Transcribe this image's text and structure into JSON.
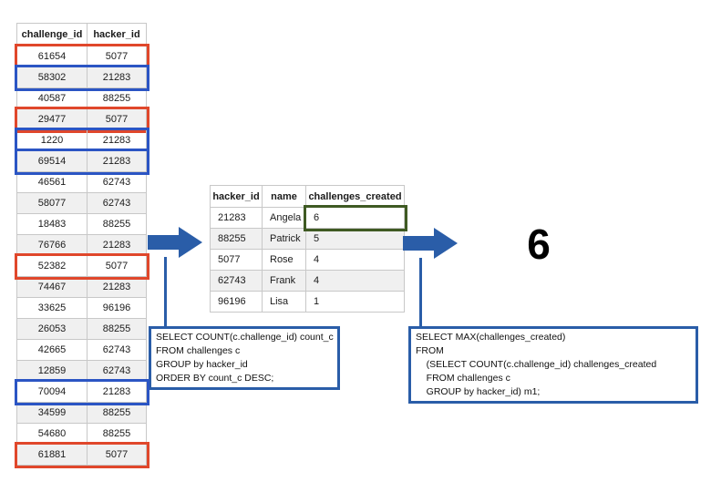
{
  "colors": {
    "red": "#e0472b",
    "row_blue": "#2b55c4",
    "flow_blue": "#2a5da8",
    "green": "#3f5a23",
    "grid": "#c8c8c8",
    "stripe": "#f0f0f0",
    "text": "#1b1b1b"
  },
  "source_table": {
    "headers": [
      "challenge_id",
      "hacker_id"
    ],
    "rows": [
      {
        "cells": [
          "61654",
          "5077"
        ],
        "highlight": "red"
      },
      {
        "cells": [
          "58302",
          "21283"
        ],
        "highlight": "blue"
      },
      {
        "cells": [
          "40587",
          "88255"
        ]
      },
      {
        "cells": [
          "29477",
          "5077"
        ],
        "highlight": "red"
      },
      {
        "cells": [
          "1220",
          "21283"
        ],
        "highlight": "blue"
      },
      {
        "cells": [
          "69514",
          "21283"
        ],
        "highlight": "blue"
      },
      {
        "cells": [
          "46561",
          "62743"
        ]
      },
      {
        "cells": [
          "58077",
          "62743"
        ]
      },
      {
        "cells": [
          "18483",
          "88255"
        ]
      },
      {
        "cells": [
          "76766",
          "21283"
        ]
      },
      {
        "cells": [
          "52382",
          "5077"
        ],
        "highlight": "red"
      },
      {
        "cells": [
          "74467",
          "21283"
        ]
      },
      {
        "cells": [
          "33625",
          "96196"
        ]
      },
      {
        "cells": [
          "26053",
          "88255"
        ]
      },
      {
        "cells": [
          "42665",
          "62743"
        ]
      },
      {
        "cells": [
          "12859",
          "62743"
        ]
      },
      {
        "cells": [
          "70094",
          "21283"
        ],
        "highlight": "blue"
      },
      {
        "cells": [
          "34599",
          "88255"
        ]
      },
      {
        "cells": [
          "54680",
          "88255"
        ]
      },
      {
        "cells": [
          "61881",
          "5077"
        ],
        "highlight": "red"
      }
    ]
  },
  "grouped_table": {
    "headers": [
      "hacker_id",
      "name",
      "challenges_created"
    ],
    "rows": [
      {
        "cells": [
          "21283",
          "Angela",
          "6"
        ],
        "highlight_cell": 2
      },
      {
        "cells": [
          "88255",
          "Patrick",
          "5"
        ]
      },
      {
        "cells": [
          "5077",
          "Rose",
          "4"
        ]
      },
      {
        "cells": [
          "62743",
          "Frank",
          "4"
        ]
      },
      {
        "cells": [
          "96196",
          "Lisa",
          "1"
        ]
      }
    ]
  },
  "sql_box_1": {
    "lines": [
      "SELECT COUNT(c.challenge_id) count_c",
      "FROM challenges c",
      "GROUP by hacker_id",
      "ORDER BY count_c DESC;"
    ]
  },
  "sql_box_2": {
    "lines": [
      "SELECT MAX(challenges_created)",
      "FROM",
      "    (SELECT COUNT(c.challenge_id) challenges_created",
      "    FROM challenges c",
      "    GROUP by hacker_id) m1;"
    ]
  },
  "result": {
    "value": "6"
  },
  "icons": {
    "arrow_1": "right-block-arrow",
    "arrow_2": "right-block-arrow"
  }
}
